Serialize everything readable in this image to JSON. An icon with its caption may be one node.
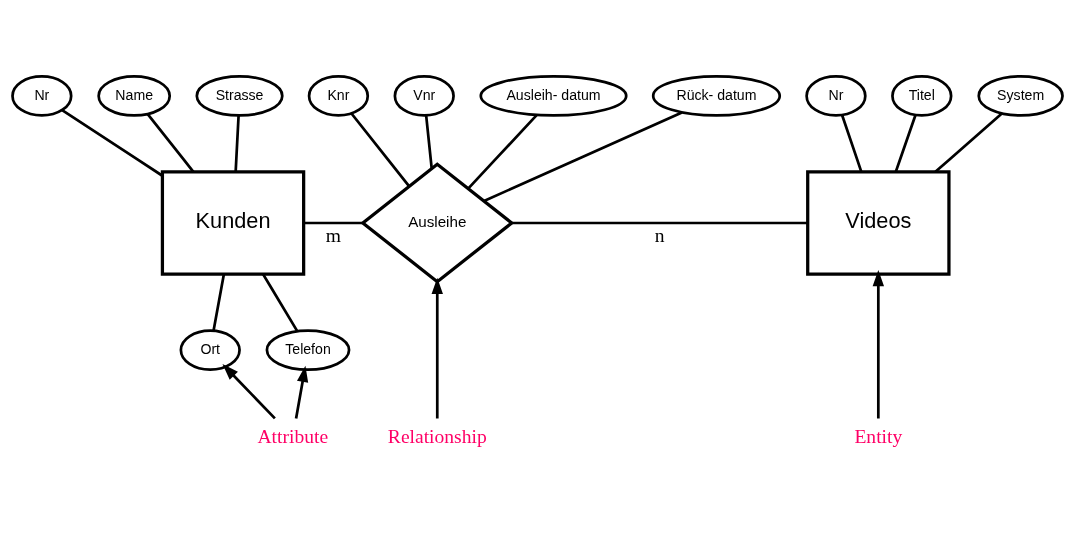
{
  "diagram": {
    "nodes": [
      {
        "text": [
          "Nr"
        ]
      },
      {
        "text": [
          "Name"
        ]
      },
      {
        "text": [
          "Strasse"
        ]
      },
      {
        "text": [
          "Kunden"
        ]
      },
      {
        "text": [
          "Ort"
        ]
      },
      {
        "text": [
          "Telefon"
        ]
      },
      {
        "text": [
          "Knr"
        ]
      },
      {
        "text": [
          "Vnr"
        ]
      },
      {
        "text": [
          "Ausleih- datum"
        ]
      },
      {
        "text": [
          "Rück- datum"
        ]
      },
      {
        "text": [
          "Ausleihe"
        ]
      },
      {
        "text": [
          "Nr"
        ]
      },
      {
        "text": [
          "Titel"
        ]
      },
      {
        "text": [
          "System"
        ]
      },
      {
        "text": [
          "Videos"
        ]
      },
      {
        "text": [
          "Attribute"
        ]
      },
      {
        "text": [
          "Relationship"
        ]
      },
      {
        "text": [
          "Entity"
        ]
      }
    ],
    "edges": [
      {
        "from": 3,
        "to": 0,
        "arrow": "none"
      },
      {
        "from": 3,
        "to": 1,
        "arrow": "none"
      },
      {
        "from": 3,
        "to": 2,
        "arrow": "none"
      },
      {
        "from": 4,
        "to": 3,
        "arrow": "none"
      },
      {
        "from": 5,
        "to": 3,
        "arrow": "none"
      },
      {
        "from": 10,
        "to": 6,
        "arrow": "none"
      },
      {
        "from": 10,
        "to": 7,
        "arrow": "none"
      },
      {
        "from": 10,
        "to": 8,
        "arrow": "none"
      },
      {
        "from": 10,
        "to": 9,
        "arrow": "none"
      },
      {
        "from": 3,
        "to": 10,
        "label": "m",
        "arrow": "none"
      },
      {
        "from": 10,
        "to": 14,
        "label": "n",
        "arrow": "none"
      },
      {
        "from": 14,
        "to": 11,
        "arrow": "none"
      },
      {
        "from": 14,
        "to": 12,
        "arrow": "none"
      },
      {
        "from": 14,
        "to": 13,
        "arrow": "none"
      },
      {
        "from": 15,
        "to": 4,
        "arrow": "to"
      },
      {
        "from": 15,
        "to": 5,
        "arrow": "to"
      },
      {
        "from": 16,
        "to": 10,
        "arrow": "to"
      },
      {
        "from": 17,
        "to": 14,
        "arrow": "to"
      }
    ]
  }
}
